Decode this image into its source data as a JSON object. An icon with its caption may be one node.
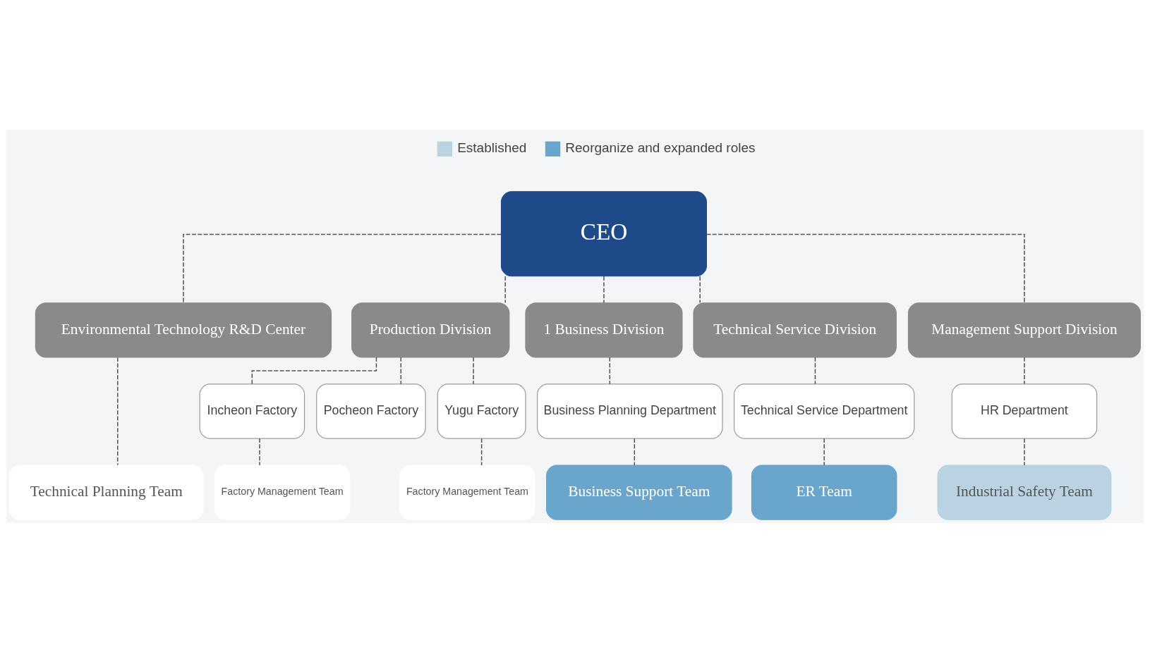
{
  "diagram": {
    "nodes": [
      {
        "text": [
          "CEO"
        ]
      },
      {
        "text": [
          "Environmental Technology R&D Center"
        ]
      },
      {
        "text": [
          "Production Division"
        ]
      },
      {
        "text": [
          "1 Business Division"
        ]
      },
      {
        "text": [
          "Technical Service Division"
        ]
      },
      {
        "text": [
          "Management Support Division"
        ]
      },
      {
        "text": [
          "Incheon Factory"
        ]
      },
      {
        "text": [
          "Pocheon Factory"
        ]
      },
      {
        "text": [
          "Yugu Factory"
        ]
      },
      {
        "text": [
          "Business Planning Department"
        ]
      },
      {
        "text": [
          "Technical Service Department"
        ]
      },
      {
        "text": [
          "HR Department"
        ]
      },
      {
        "text": [
          "Technical Planning Team"
        ]
      },
      {
        "text": [
          "Factory Management Team"
        ]
      },
      {
        "text": [
          "Factory Management Team"
        ]
      },
      {
        "text": [
          "Business Support Team"
        ]
      },
      {
        "text": [
          "ER Team"
        ]
      },
      {
        "text": [
          "Industrial Safety Team"
        ]
      }
    ],
    "edges": [
      {
        "from": 0,
        "to": 1,
        "arrow": "none",
        "style": "dashed"
      },
      {
        "from": 0,
        "to": 2,
        "arrow": "none",
        "style": "dashed"
      },
      {
        "from": 0,
        "to": 3,
        "arrow": "none",
        "style": "dashed"
      },
      {
        "from": 0,
        "to": 4,
        "arrow": "none",
        "style": "dashed"
      },
      {
        "from": 0,
        "to": 5,
        "arrow": "none",
        "style": "dashed"
      },
      {
        "from": 2,
        "to": 6,
        "arrow": "none",
        "style": "dashed"
      },
      {
        "from": 2,
        "to": 7,
        "arrow": "none",
        "style": "dashed"
      },
      {
        "from": 2,
        "to": 8,
        "arrow": "none",
        "style": "dashed"
      },
      {
        "from": 3,
        "to": 9,
        "arrow": "none",
        "style": "dashed"
      },
      {
        "from": 4,
        "to": 10,
        "arrow": "none",
        "style": "dashed"
      },
      {
        "from": 5,
        "to": 11,
        "arrow": "none",
        "style": "dashed"
      },
      {
        "from": 1,
        "to": 12,
        "arrow": "none",
        "style": "dashed"
      },
      {
        "from": 6,
        "to": 13,
        "arrow": "none",
        "style": "dashed"
      },
      {
        "from": 8,
        "to": 14,
        "arrow": "none",
        "style": "dashed"
      },
      {
        "from": 9,
        "to": 15,
        "arrow": "none",
        "style": "dashed"
      },
      {
        "from": 10,
        "to": 16,
        "arrow": "none",
        "style": "dashed"
      },
      {
        "from": 11,
        "to": 17,
        "arrow": "none",
        "style": "dashed"
      }
    ],
    "legend": [
      {
        "text": "Established",
        "color": "#b9d3e3"
      },
      {
        "text": "Reorganize and expanded roles",
        "color": "#6aa6cc"
      }
    ]
  }
}
